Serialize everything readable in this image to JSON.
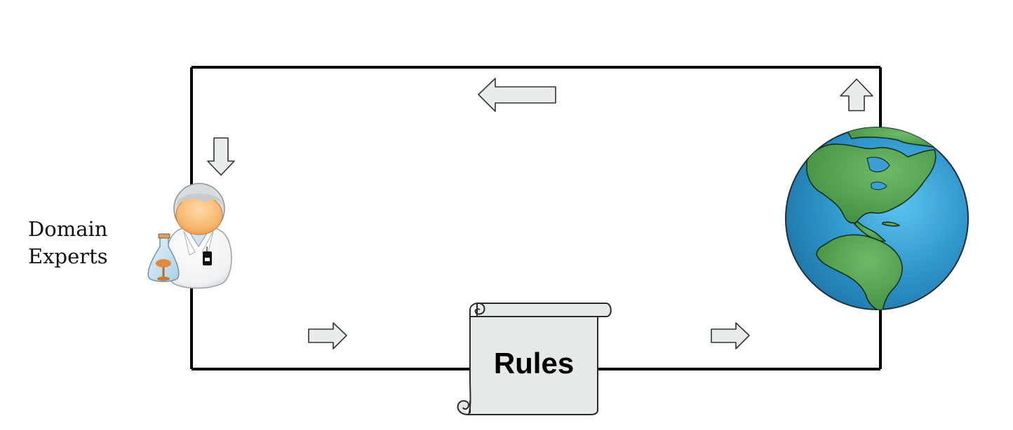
{
  "labels": {
    "domain_line1": "Domain",
    "domain_line2": "Experts",
    "rules": "Rules"
  },
  "icons": {
    "scientist": "scientist-with-flask-icon",
    "globe": "earth-globe-icon",
    "scroll": "paper-scroll-icon"
  },
  "colors": {
    "loop_line": "#000000",
    "arrow_fill": "#e9eced",
    "scroll_fill": "#e6e9ea",
    "ocean": "#2a8fc4",
    "land": "#5aa854"
  }
}
